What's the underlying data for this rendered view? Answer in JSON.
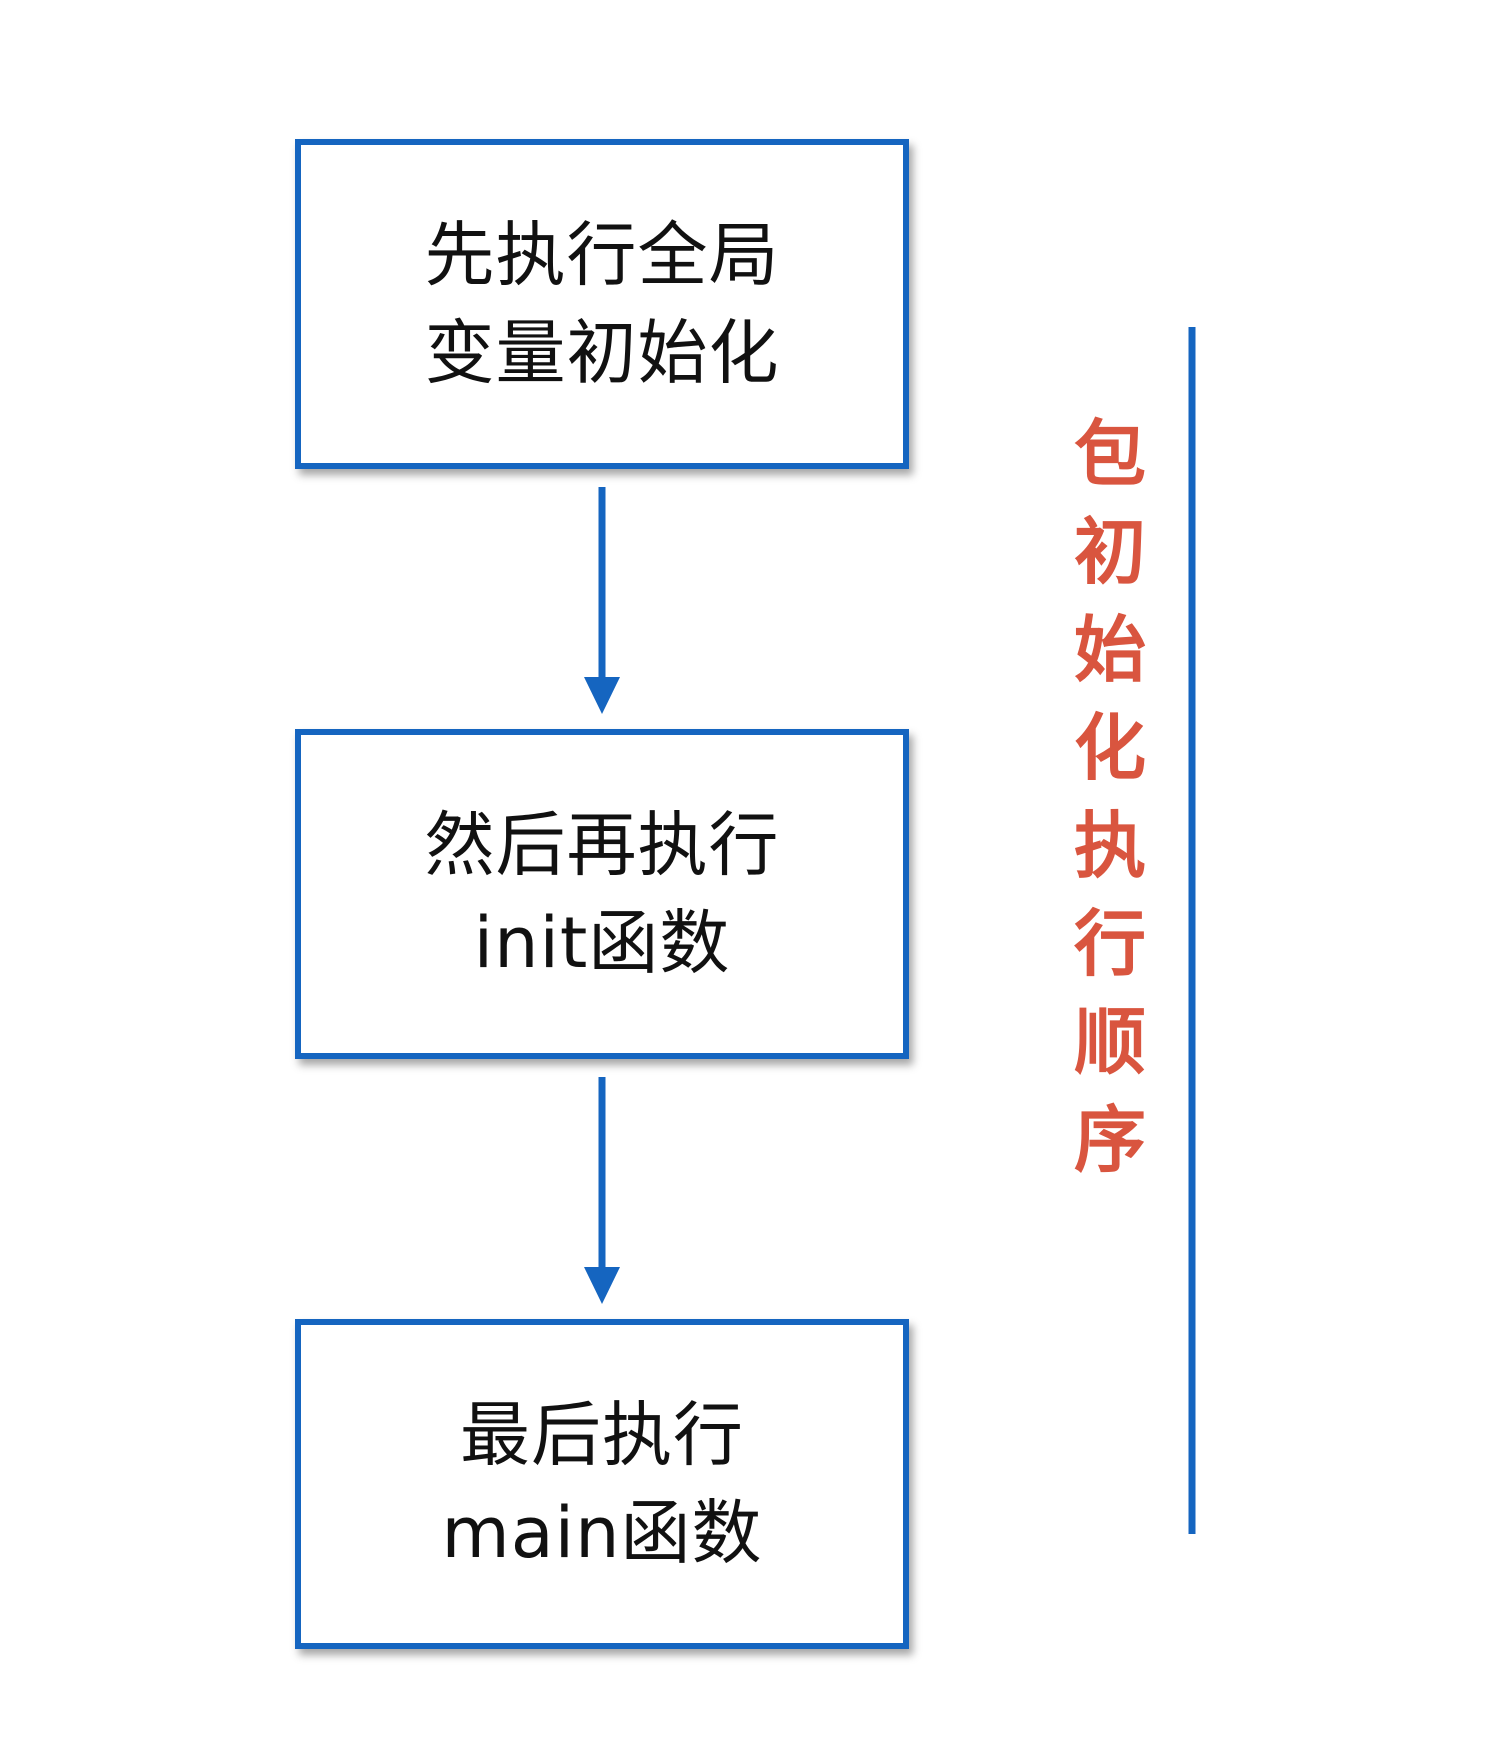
{
  "steps": [
    {
      "lines": [
        "先执行全局",
        "变量初始化"
      ]
    },
    {
      "lines": [
        "然后再执行",
        "init函数"
      ]
    },
    {
      "lines": [
        "最后执行",
        "main函数"
      ]
    }
  ],
  "side_label": {
    "text": "包初始化执行顺序",
    "chars": [
      "包",
      "初",
      "始",
      "化",
      "执",
      "行",
      "顺",
      "序"
    ]
  },
  "colors": {
    "box_border": "#1565c0",
    "arrow": "#1565c0",
    "side_line": "#1565c0",
    "side_label": "#d9553f",
    "text": "#111111"
  }
}
